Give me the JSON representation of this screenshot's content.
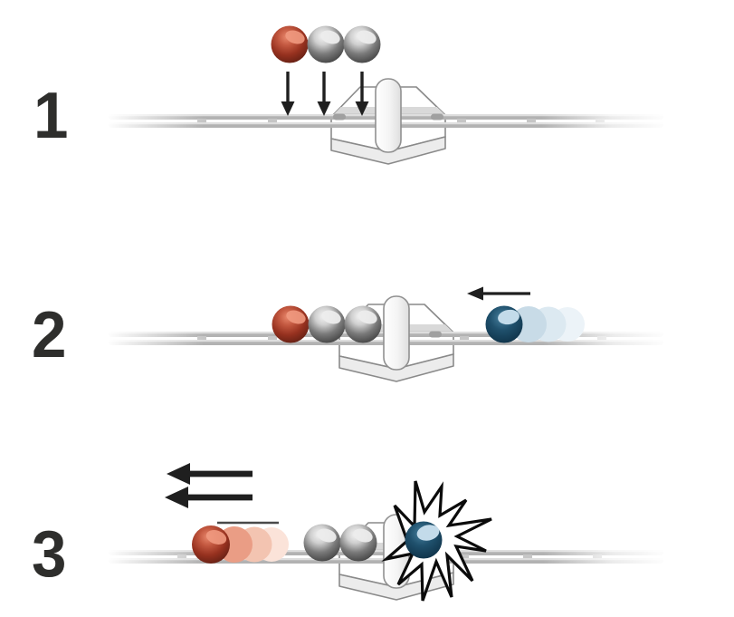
{
  "figure": {
    "kind": "instruction-diagram",
    "steps": [
      {
        "label": "1",
        "balls_above_track": [
          "red",
          "gray",
          "gray"
        ],
        "arrows": [
          "down",
          "down",
          "down"
        ],
        "tile": "hex-tile-with-capsule"
      },
      {
        "label": "2",
        "balls_on_track": [
          "red",
          "gray",
          "gray"
        ],
        "incoming_ball": "blue",
        "incoming_ball_motion": "ghost-trail-right",
        "arrows": [
          "left"
        ],
        "tile": "hex-tile-with-capsule"
      },
      {
        "label": "3",
        "launched_ball": "red",
        "launched_ball_motion": "ghost-trail-right",
        "balls_on_track": [
          "gray",
          "gray"
        ],
        "impact_ball": "blue",
        "impact_effect": "starburst",
        "arrows": [
          "left",
          "left"
        ],
        "tile": "hex-tile-with-capsule"
      }
    ]
  },
  "colors": {
    "background": "#ffffff",
    "ink": "#2e2e2c",
    "arrow": "#1f1f1f",
    "speedLine": "#4a4a4a",
    "railBody": "#b2b2b2",
    "railHighlight": "#dedede",
    "railTick": "#c6c6c6",
    "railCap": "#a0a0a0",
    "tileFace": "#ffffff",
    "tileBase": "#ececec",
    "tileStroke": "#8a8a8a",
    "tileStripe": "#d9d9d9",
    "capsuleStroke": "#909090",
    "redBall": "#9c3724",
    "redBallDark": "#5c1d12",
    "redBallHighlight": "#f0997f",
    "redGhost1": "#ea9d85",
    "redGhost2": "#f3c4b1",
    "redGhost3": "#fbe3d9",
    "grayBall": "#7a7a7a",
    "grayBallDark": "#3e3e3e",
    "grayBallHighlight": "#ececec",
    "blueBall": "#1f506c",
    "blueBallDark": "#0b2c41",
    "blueBallHighlight": "#c3dbea",
    "blueGhost1": "#c8dbe7",
    "blueGhost2": "#dce9f1",
    "blueGhost3": "#ecf3f8",
    "burstFill": "#ffffff",
    "burstStroke": "#0b0b0b"
  }
}
